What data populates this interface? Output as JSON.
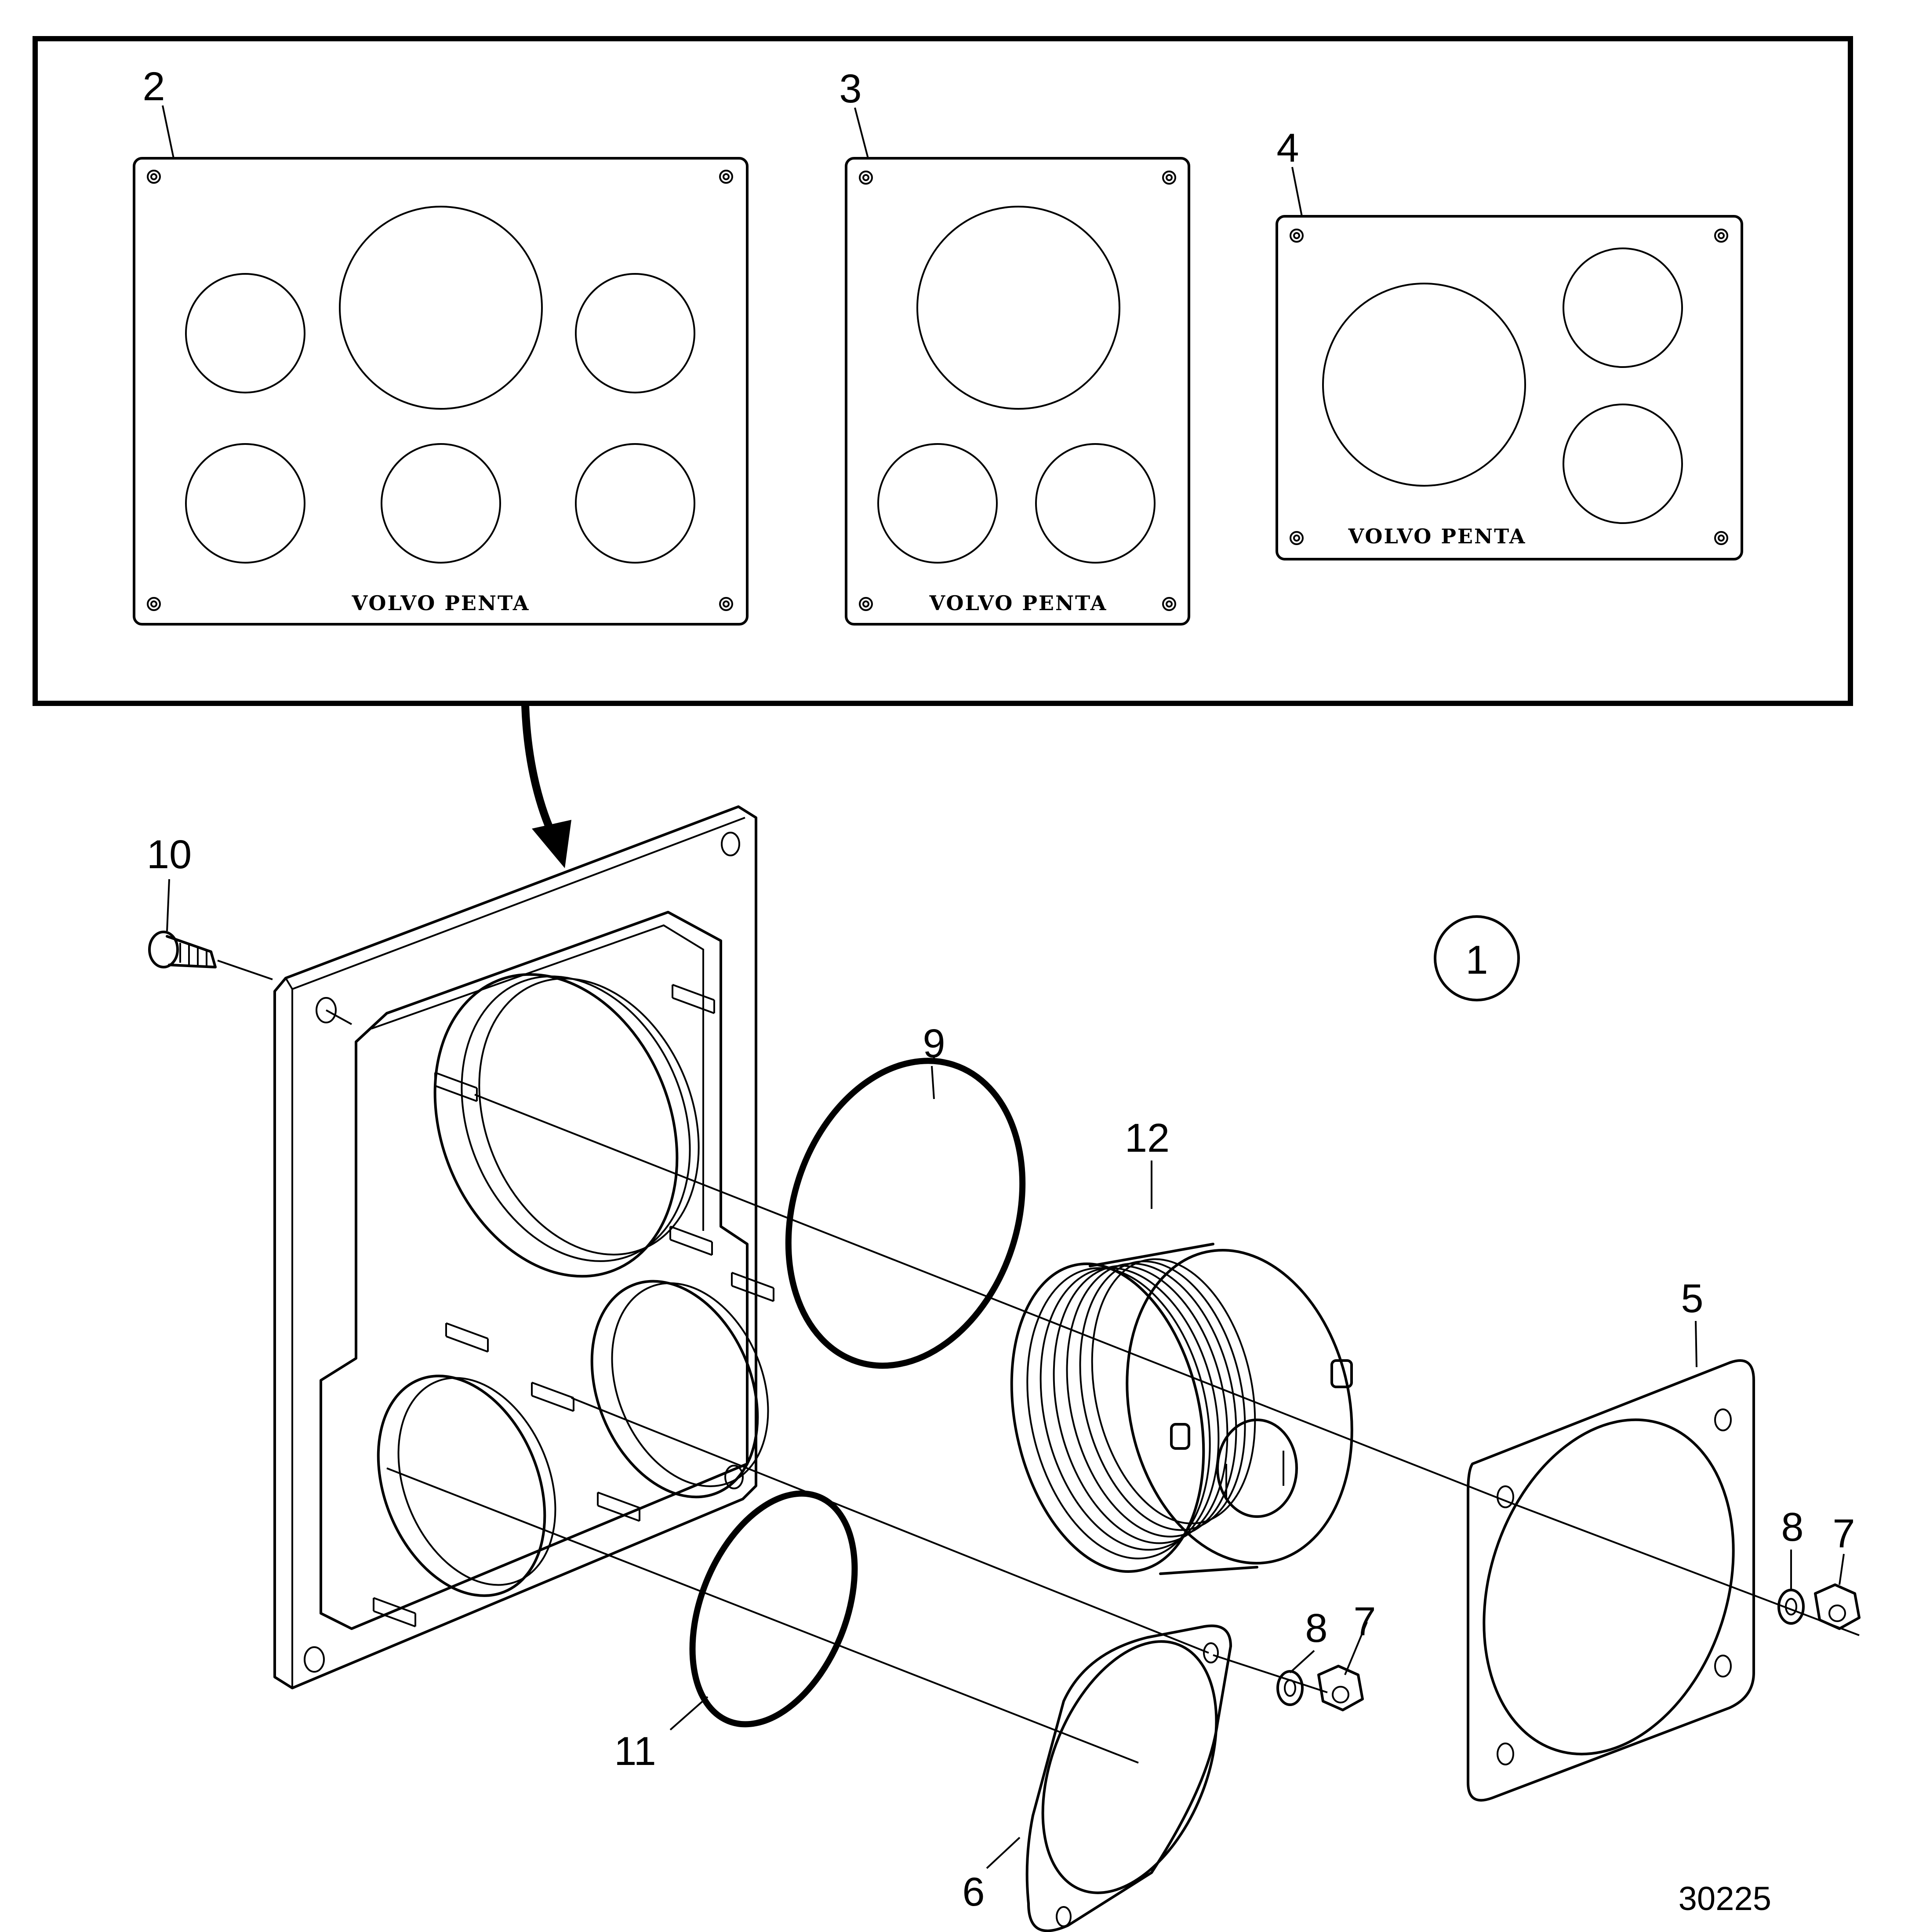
{
  "brand_text": "VOLVO PENTA",
  "figure_number": "30225",
  "assembly_id": "1",
  "callouts": {
    "c2": "2",
    "c3": "3",
    "c4": "4",
    "c5": "5",
    "c6": "6",
    "c7a": "7",
    "c7b": "7",
    "c8a": "8",
    "c8b": "8",
    "c9": "9",
    "c10": "10",
    "c11": "11",
    "c12": "12"
  },
  "colors": {
    "ink": "#000000",
    "paper": "#ffffff"
  }
}
